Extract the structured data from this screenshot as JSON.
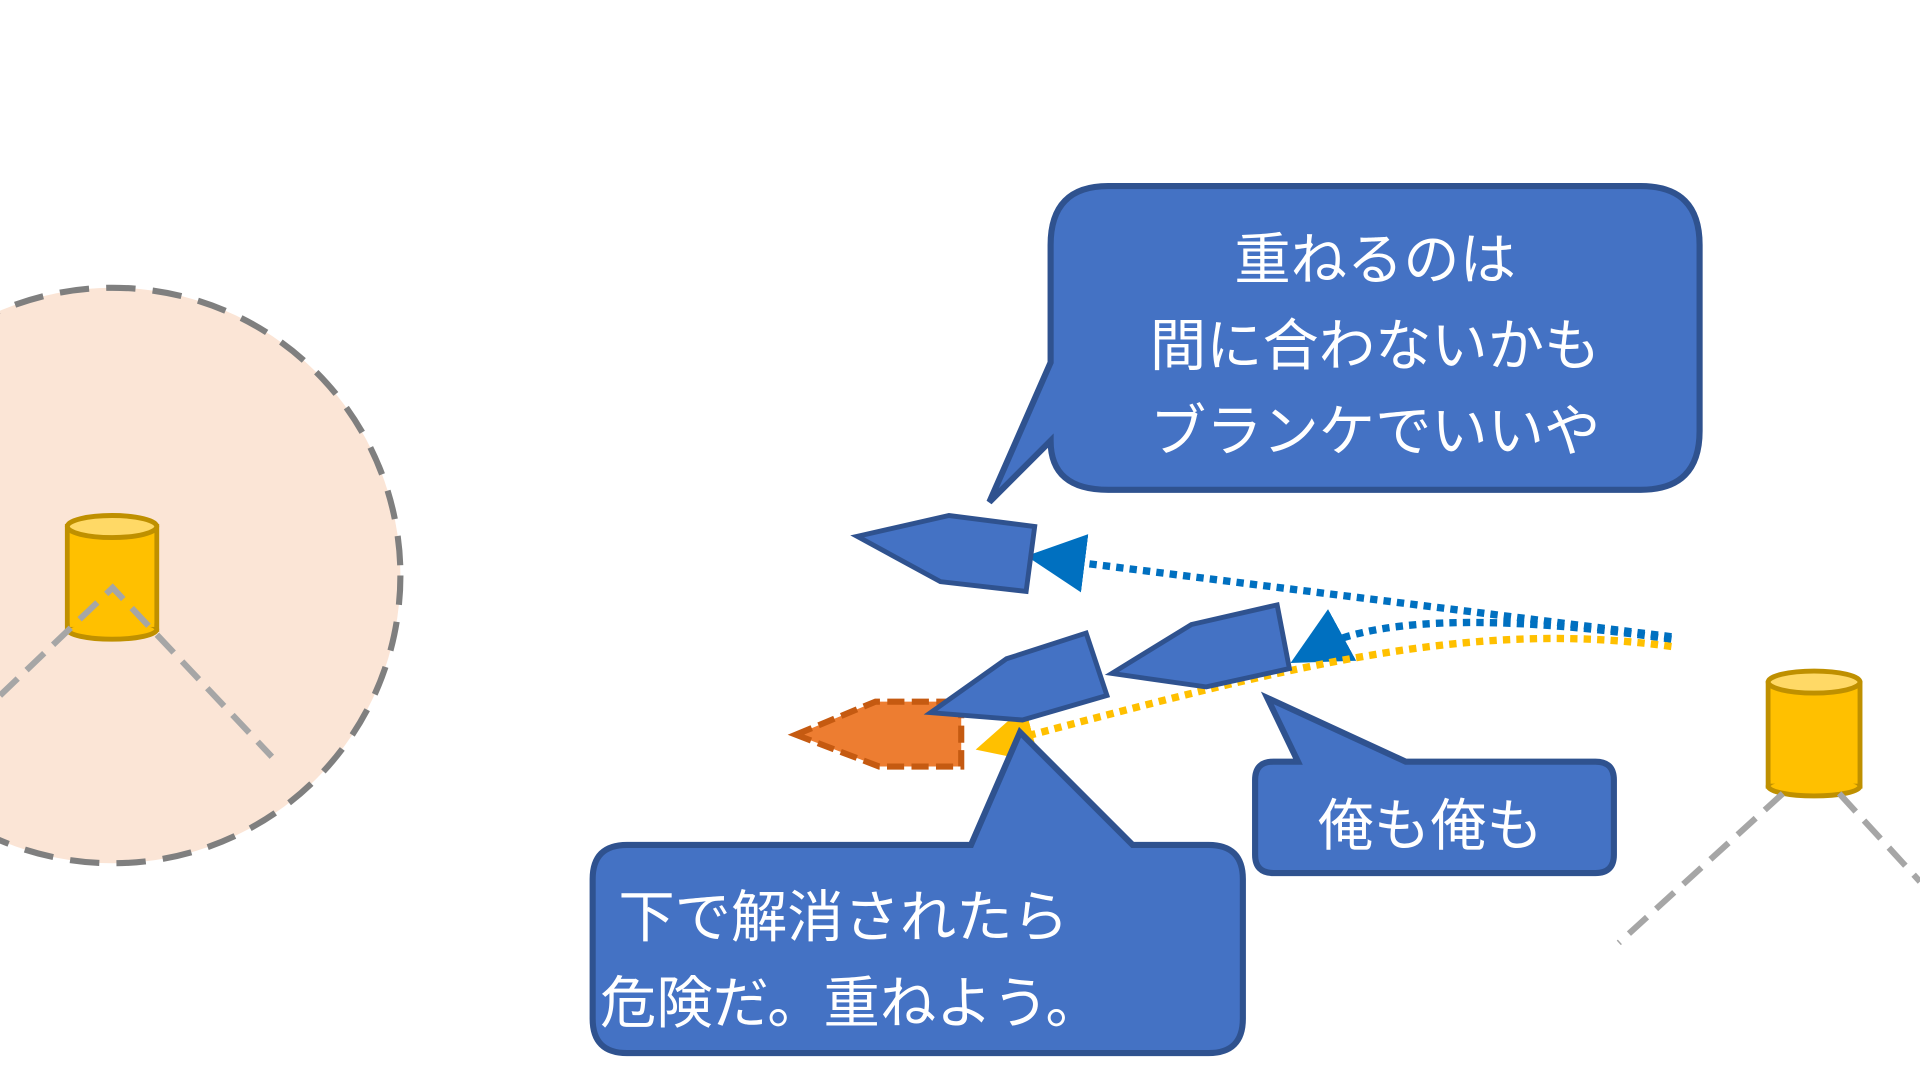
{
  "colors": {
    "zone_fill": "#FBE5D6",
    "zone_stroke": "#7F7F7F",
    "tower": "#FFC000",
    "tower_stroke": "#BF9000",
    "ship": "#4472C4",
    "ship_stroke": "#2F528F",
    "enemy": "#ED7D31",
    "enemy_stroke": "#C55A11",
    "blue_path": "#0070C0",
    "yellow_path": "#FFC000"
  },
  "callouts": {
    "top": [
      "重ねるのは",
      "間に合わないかも",
      "ブランケでいいや"
    ],
    "right": [
      "俺も俺も"
    ],
    "bottom": [
      "下で解消されたら",
      "危険だ。重ねよう。"
    ]
  }
}
